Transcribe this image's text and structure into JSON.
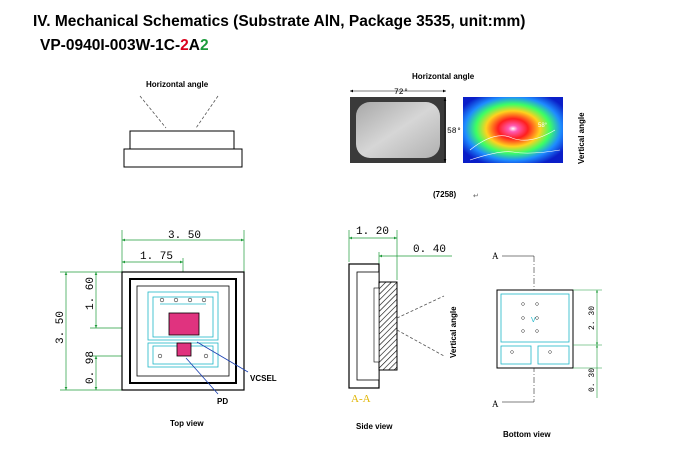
{
  "title": {
    "line1": "IV. Mechanical Schematics (Substrate AlN, Package 3535, unit:mm)",
    "part_prefix": "VP-0940I-003W-1C-",
    "part_red": "2",
    "part_mid": "A",
    "part_green": "2"
  },
  "beam": {
    "horizontal_angle_left": "Horizontal angle",
    "horizontal_angle_right": "Horizontal angle",
    "h_angle_value": "72°",
    "v_angle_value": "58°",
    "v_angle_heat": "58°",
    "vertical_angle_right": "Vertical angle",
    "code": "(7258)"
  },
  "top_view": {
    "dim_width": "3. 50",
    "dim_half": "1. 75",
    "dim_height": "3. 50",
    "dim_upper": "1. 60",
    "dim_lower": "0. 98",
    "vcsel_label": "VCSEL",
    "pd_label": "PD",
    "caption": "Top view"
  },
  "side_view": {
    "dim_thickness": "1. 20",
    "dim_lens": "0. 40",
    "vertical_angle": "Vertical angle",
    "section": "A-A",
    "caption": "Side view"
  },
  "bottom_view": {
    "section_top": "A",
    "section_bottom": "A",
    "dim_pad": "2. 30",
    "dim_gap": "0. 30",
    "caption": "Bottom view"
  },
  "colors": {
    "part_red": "#d9001b",
    "part_green": "#1a9a3a",
    "dimension_green": "#1f9b3a",
    "cyan_outline": "#1fb6c8",
    "chip_magenta": "#e0337f"
  }
}
